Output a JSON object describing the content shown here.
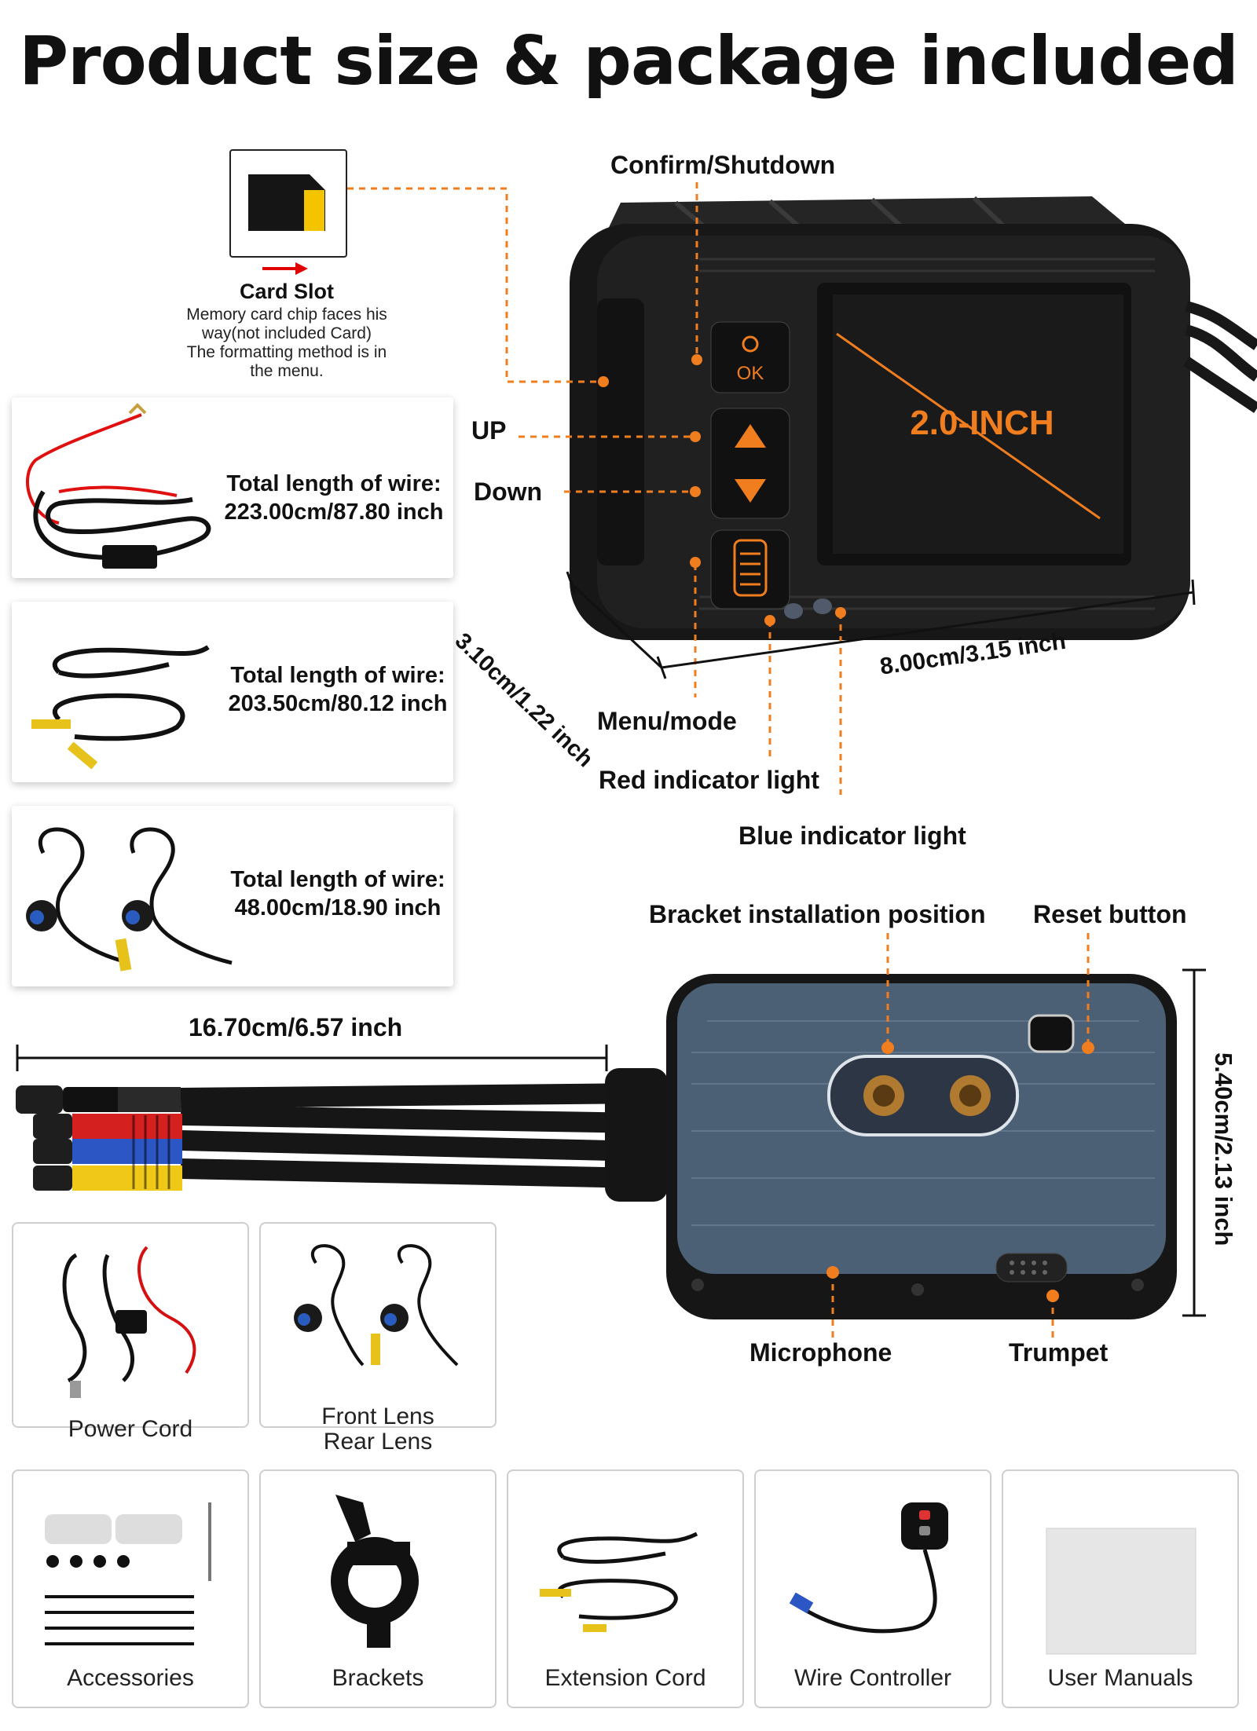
{
  "title": "Product size & package included",
  "card_slot": {
    "heading": "Card Slot",
    "desc_1": "Memory card chip faces his",
    "desc_2": "way(not included Card)",
    "desc_3": "The formatting method is in",
    "desc_4": "the menu."
  },
  "wires": [
    {
      "label": "Total length of wire:",
      "value": "223.00cm/87.80 inch"
    },
    {
      "label": "Total length of wire:",
      "value": "203.50cm/80.12 inch"
    },
    {
      "label": "Total length of wire:",
      "value": "48.00cm/18.90 inch"
    }
  ],
  "front_view": {
    "confirm": "Confirm/Shutdown",
    "up": "UP",
    "down": "Down",
    "menu": "Menu/mode",
    "red_light": "Red indicator light",
    "blue_light": "Blue indicator light",
    "screen_size": "2.0-INCH",
    "ok_text": "OK",
    "depth": "3.10cm/1.22 inch",
    "width": "8.00cm/3.15 inch"
  },
  "back_view": {
    "bracket": "Bracket installation position",
    "reset": "Reset button",
    "microphone": "Microphone",
    "trumpet": "Trumpet",
    "cable_length": "16.70cm/6.57 inch",
    "height": "5.40cm/2.13 inch"
  },
  "package": [
    {
      "name": "Power Cord"
    },
    {
      "name_1": "Front Lens",
      "name_2": "Rear Lens"
    },
    {
      "name": "Accessories"
    },
    {
      "name": "Brackets"
    },
    {
      "name": "Extension Cord"
    },
    {
      "name": "Wire Controller"
    },
    {
      "name": "User Manuals"
    }
  ],
  "colors": {
    "accent": "#f07d1e",
    "device": "#1b1b1b",
    "plate": "#4b5f75"
  }
}
